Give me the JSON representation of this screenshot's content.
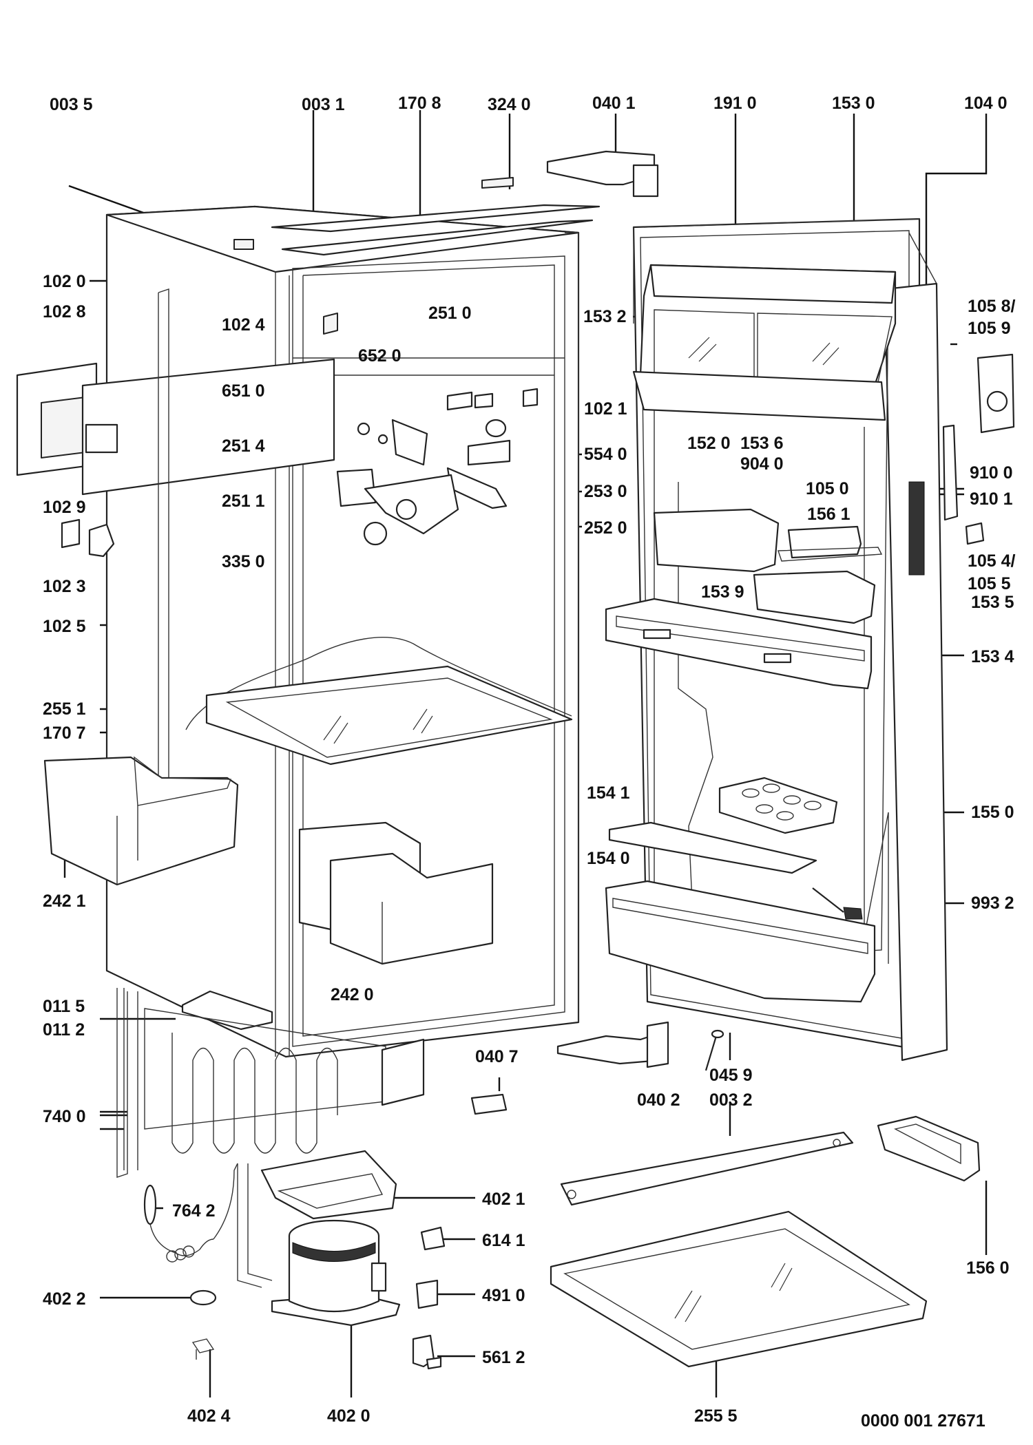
{
  "document_id": "0000 001 27671",
  "labels": {
    "p0035": "003 5",
    "p0031": "003 1",
    "p1708": "170 8",
    "p3240": "324 0",
    "p0401": "040 1",
    "p1910": "191 0",
    "p1530": "153 0",
    "p1040": "104 0",
    "p1020": "102 0",
    "p1028": "102 8",
    "p1024": "102 4",
    "p2510": "251 0",
    "p1532": "153 2",
    "p1058": "105 8/",
    "p1059": "105 9",
    "p6520": "652 0",
    "p6510": "651 0",
    "p1021": "102 1",
    "p1520": "152 0",
    "p1536": "153 6",
    "p2514": "251 4",
    "p5540": "554 0",
    "p9040": "904 0",
    "p1029": "102 9",
    "p9100": "910 0",
    "p2511": "251 1",
    "p2530": "253 0",
    "p1050": "105 0",
    "p9101": "910 1",
    "p1561": "156 1",
    "p2520": "252 0",
    "p3350": "335 0",
    "p1054": "105 4/",
    "p1055": "105 5",
    "p1023": "102 3",
    "p1539": "153 9",
    "p1535": "153 5",
    "p1025": "102 5",
    "p1534": "153 4",
    "p2551": "255 1",
    "p1707": "170 7",
    "p1541": "154 1",
    "p1550": "155 0",
    "p2421": "242 1",
    "p1540": "154 0",
    "p9932": "993 2",
    "p2420": "242 0",
    "p0115": "011 5",
    "p0112": "011 2",
    "p0407": "040 7",
    "p0459": "045 9",
    "p0402": "040 2",
    "p0032": "003 2",
    "p7400": "740 0",
    "p4021": "402 1",
    "p7642": "764 2",
    "p6141": "614 1",
    "p1560": "156 0",
    "p4022": "402 2",
    "p4910": "491 0",
    "p5612": "561 2",
    "p4024": "402 4",
    "p4020": "402 0",
    "p2555": "255 5"
  }
}
